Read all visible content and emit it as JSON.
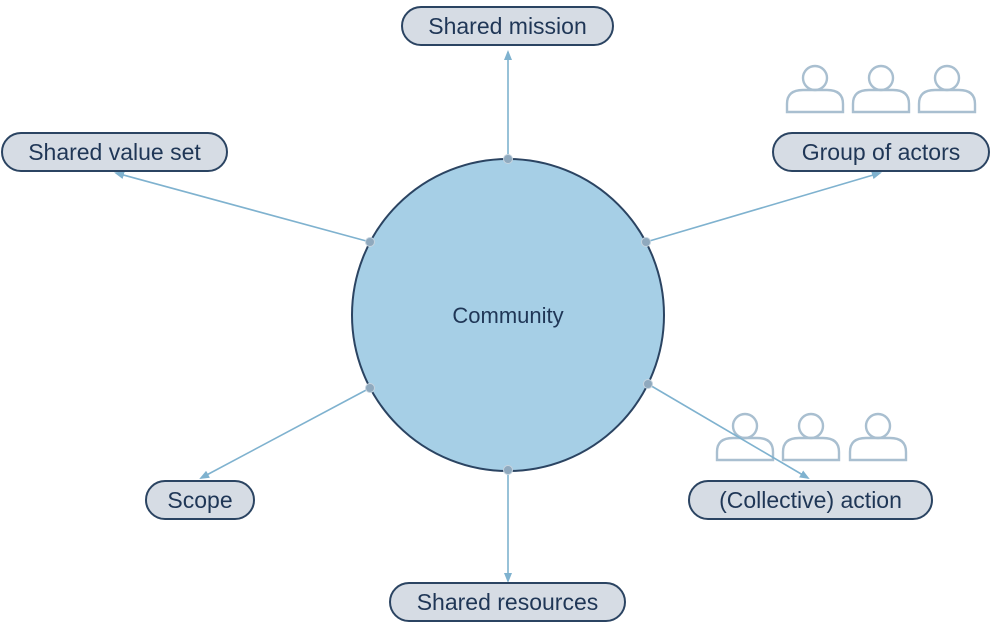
{
  "center": {
    "label": "Community"
  },
  "nodes": {
    "mission": "Shared mission",
    "values": "Shared value set",
    "actors": "Group of actors",
    "scope": "Scope",
    "action": "(Collective) action",
    "resources": "Shared resources"
  },
  "colors": {
    "circle_fill": "#a6cfe6",
    "circle_stroke": "#2b4462",
    "pill_fill": "#d6dce4",
    "pill_stroke": "#2b4462",
    "connector": "#7fb2cf",
    "text": "#1f3656",
    "person_icon": "#a9bfd0"
  },
  "icons": [
    "person-icon",
    "person-icon",
    "person-icon"
  ]
}
